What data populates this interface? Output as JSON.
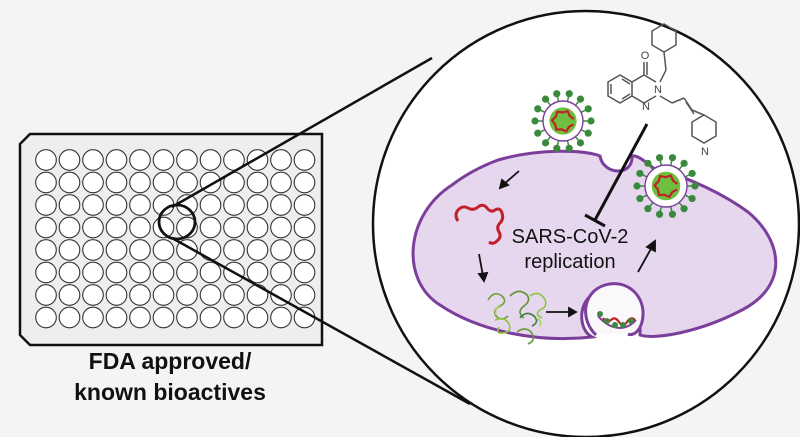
{
  "caption": {
    "line1": "FDA approved/",
    "line2": "known bioactives"
  },
  "cell": {
    "label_line1": "SARS-CoV-2",
    "label_line2": "replication"
  },
  "molecule": {
    "atoms": [
      "O",
      "N",
      "N",
      "N"
    ]
  },
  "plate": {
    "rows": 8,
    "columns": 12
  },
  "colors": {
    "background": "#f4f4f4",
    "cytoplasm": "#e6d6ee",
    "cell_membrane": "#7b3f9b",
    "viral_rna": "#c0212a",
    "virus_spike": "#3a8a3e",
    "virus_core": "#6fbf3f",
    "protein": "#8cc63f",
    "outline": "#111111"
  }
}
